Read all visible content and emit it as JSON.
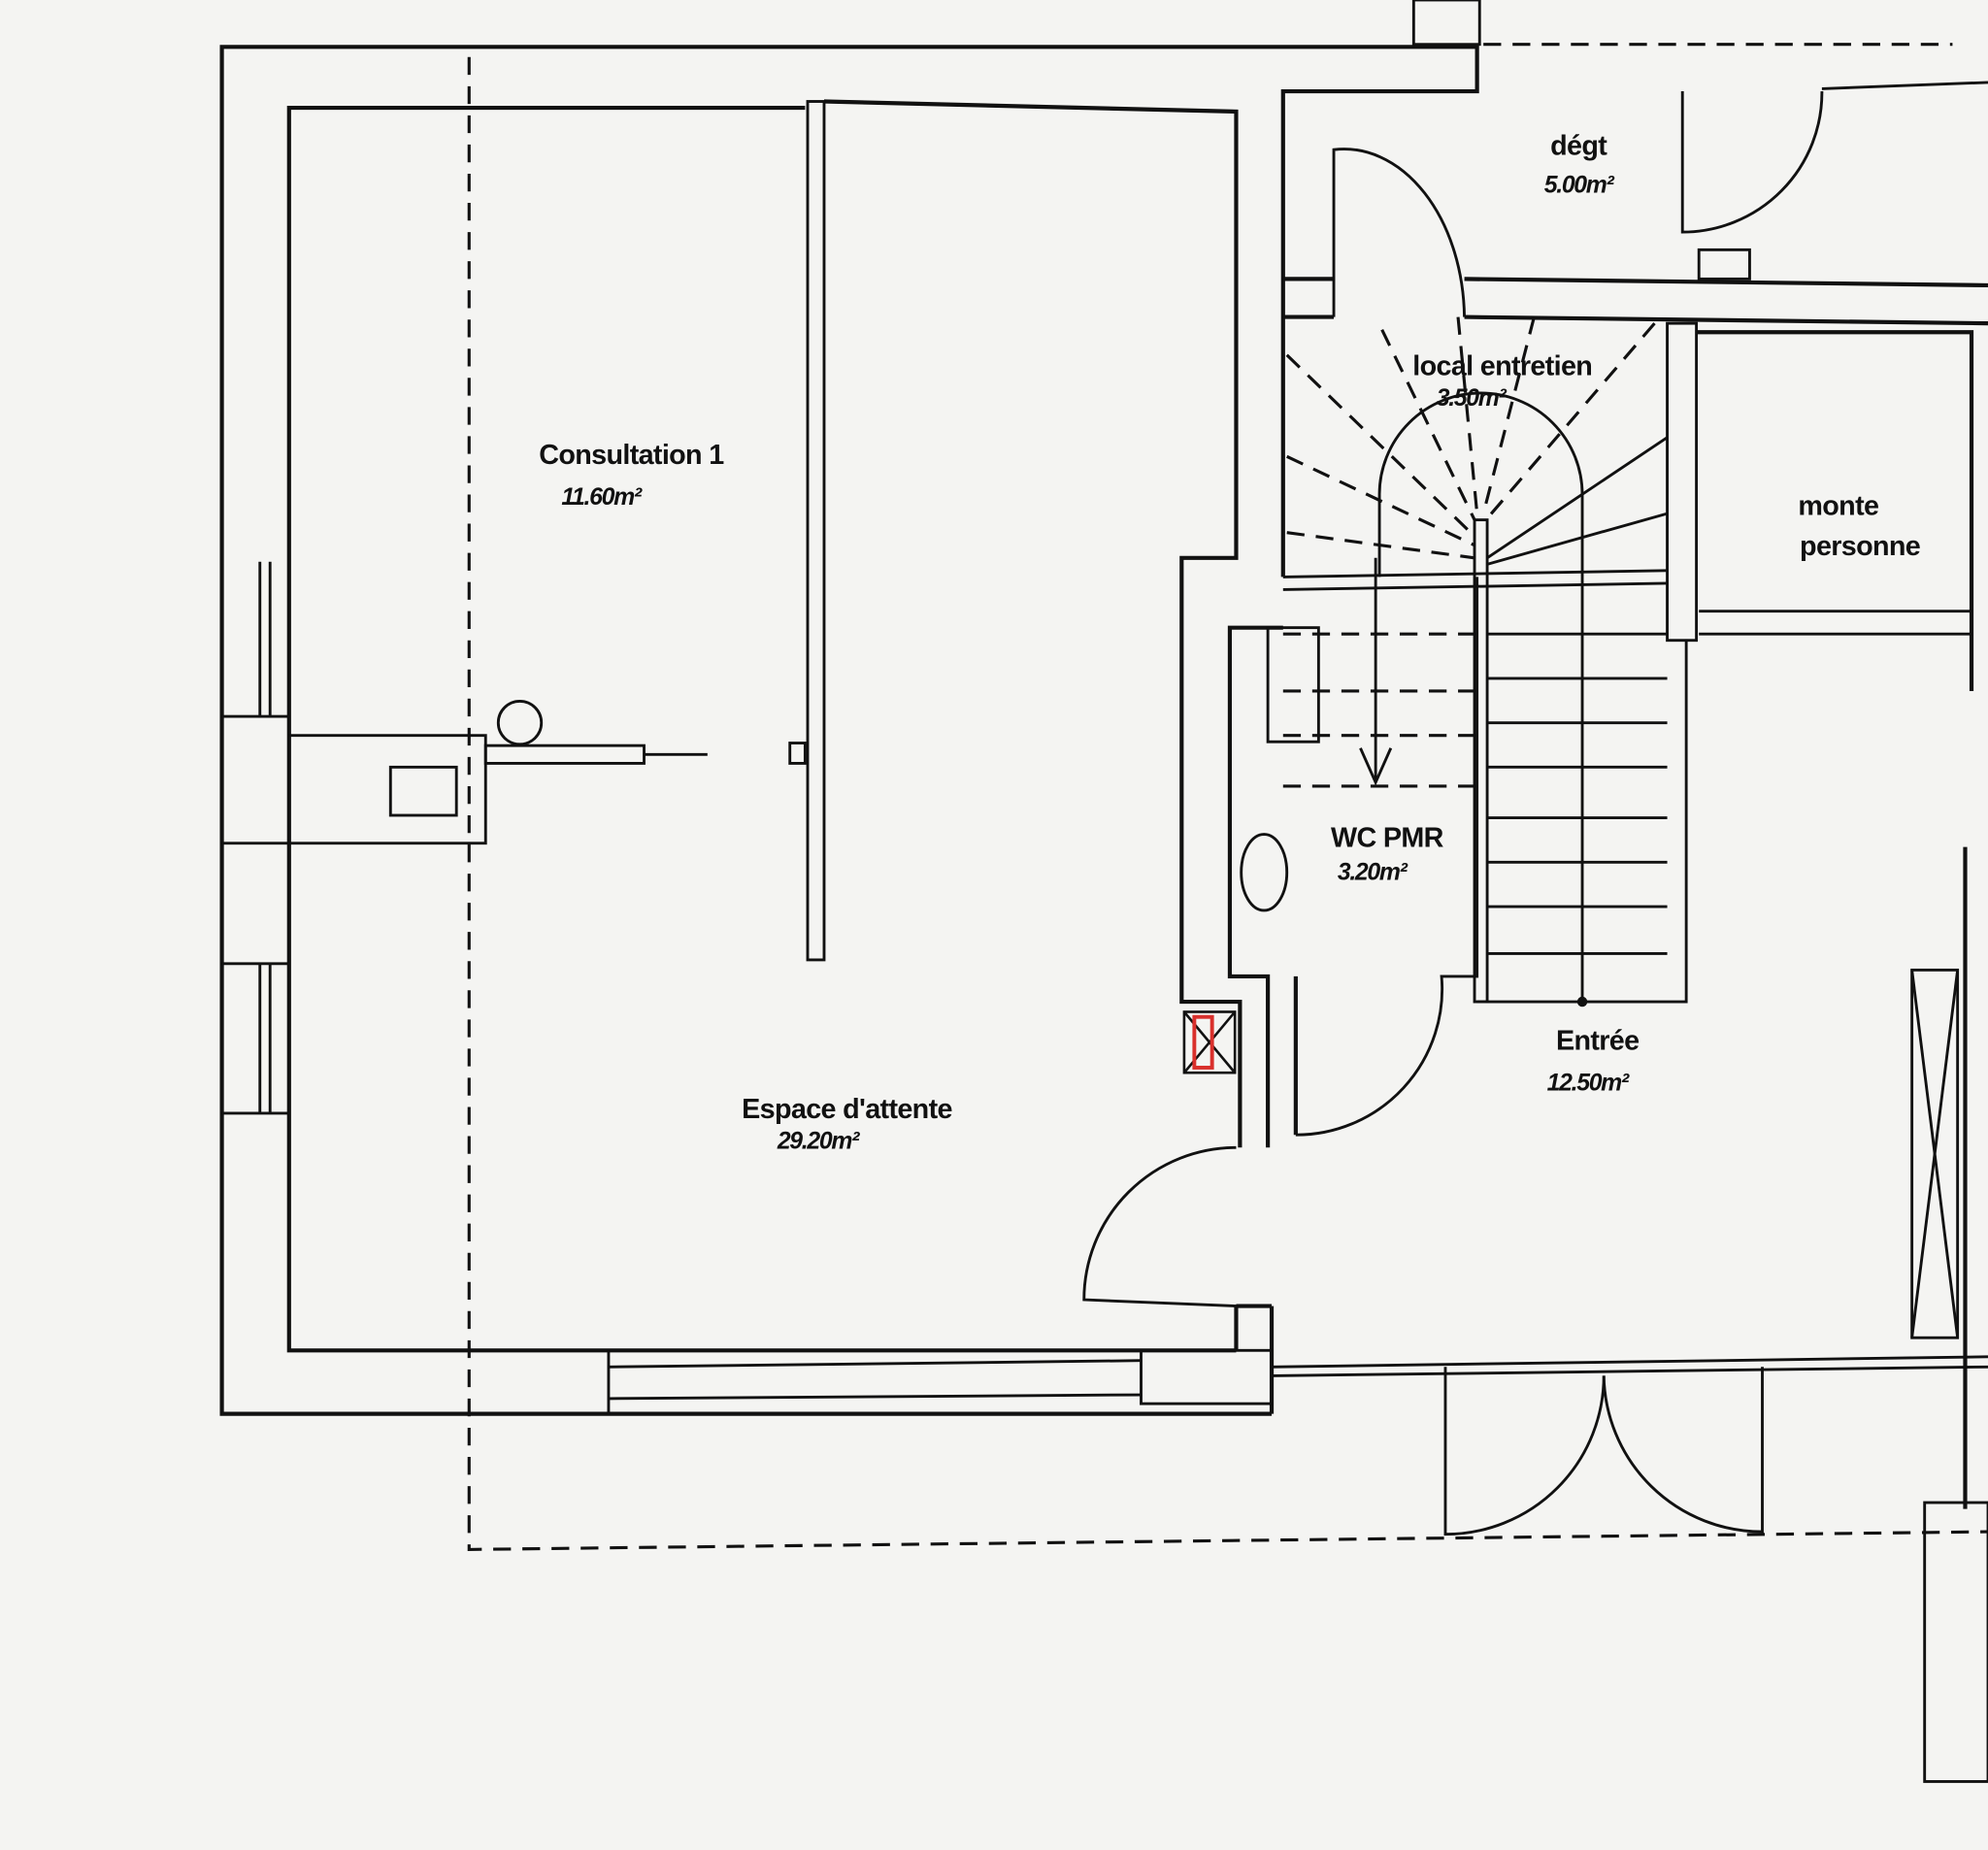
{
  "rooms": [
    {
      "name": "Consultation 1",
      "area": "11.60m²"
    },
    {
      "name": "Espace d'attente",
      "area": "29.20m²"
    },
    {
      "name": "WC PMR",
      "area": "3.20m²"
    },
    {
      "name": "Entrée",
      "area": "12.50m²"
    },
    {
      "name": "local entretien",
      "area": "3.50m²"
    },
    {
      "name": "dégt",
      "area": "5.00m²"
    },
    {
      "name": "monte\npersonne",
      "line1": "monte",
      "line2": "personne"
    }
  ],
  "colors": {
    "paper": "#f4f4f2",
    "ink": "#111111",
    "fire_extinguisher": "#d9302c"
  }
}
